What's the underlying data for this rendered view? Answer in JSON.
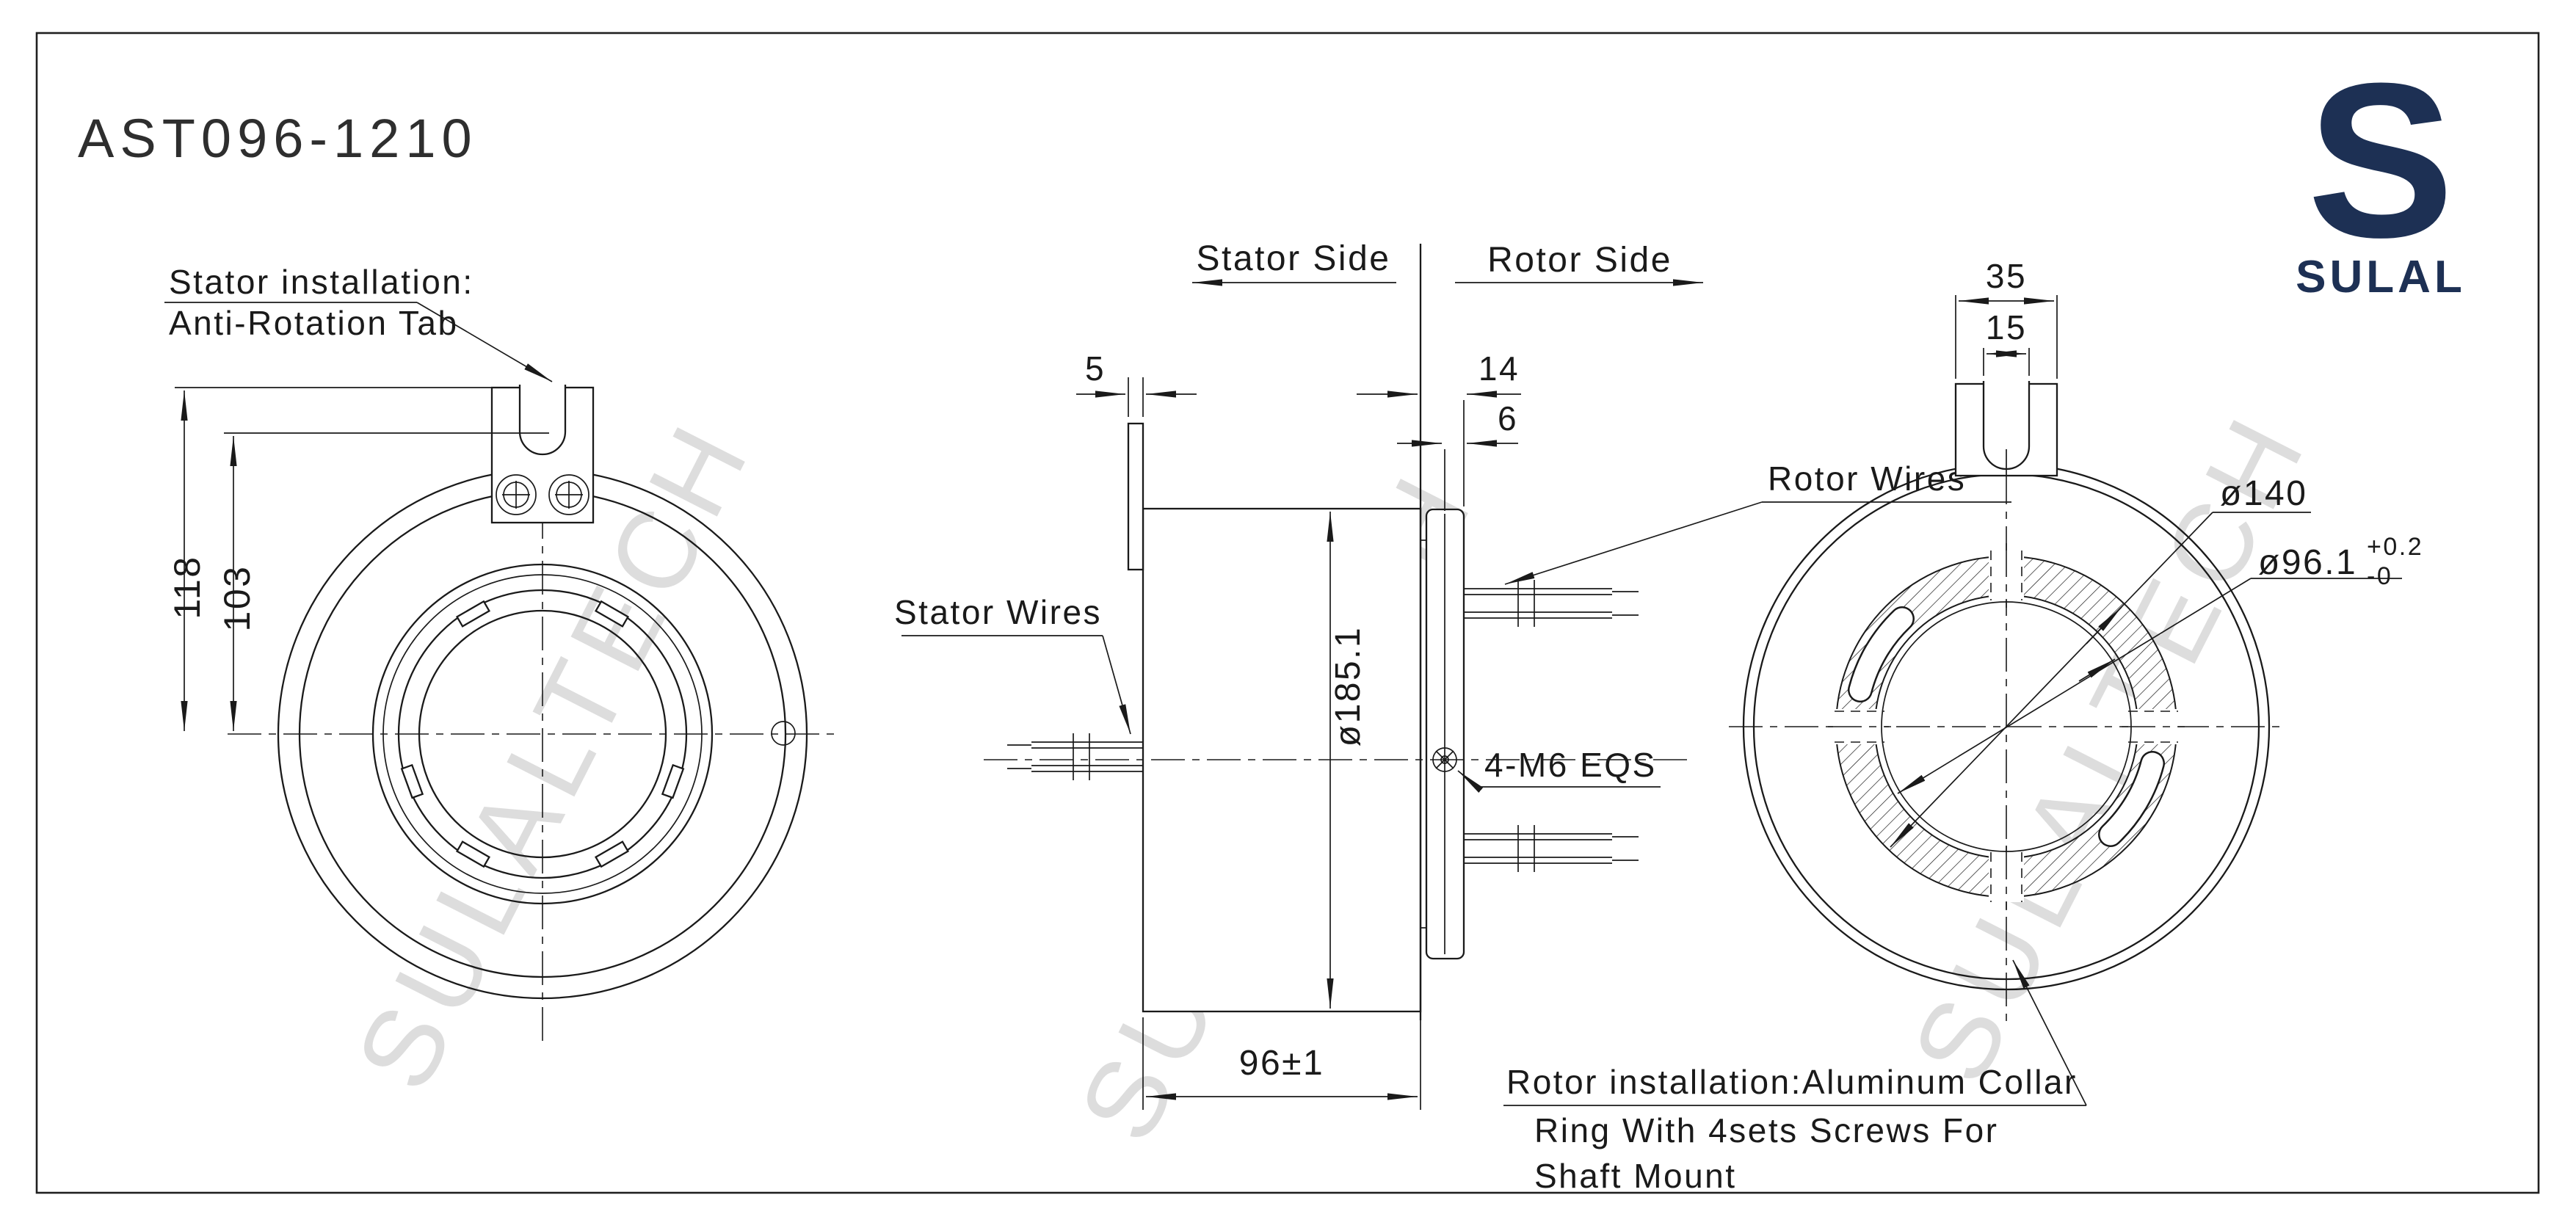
{
  "title": "AST096-1210",
  "brand": {
    "glyph": "S",
    "name": "SULAL",
    "color": "#1d3054"
  },
  "watermark": {
    "text": "SULALTECH"
  },
  "colors": {
    "line": "#1a1a1a",
    "background": "#ffffff",
    "watermark": "rgba(0,0,0,0.135)"
  },
  "left_view": {
    "callout_line1": "Stator installation:",
    "callout_line2": "Anti-Rotation Tab",
    "dim_height_outer": "118",
    "dim_height_inner": "103"
  },
  "middle_view": {
    "stator_side_label": "Stator Side",
    "rotor_side_label": "Rotor Side",
    "dim_tab_thickness": "5",
    "dim_flange_total": "14",
    "dim_collar_thickness": "6",
    "dim_body_diameter": "ø185.1",
    "dim_body_length": "96±1",
    "stator_wires_label": "Stator Wires",
    "rotor_wires_label": "Rotor Wires",
    "screw_callout": "4-M6 EQS"
  },
  "right_view": {
    "dim_tab_width": "35",
    "dim_slot_width": "15",
    "dim_ring_diameter": "ø140",
    "dim_bore_diameter": "ø96.1",
    "bore_tol_plus": "+0.2",
    "bore_tol_minus": "-0",
    "note_line1": "Rotor installation:Aluminum Collar",
    "note_line2": "Ring With 4sets Screws For",
    "note_line3": "Shaft Mount"
  }
}
